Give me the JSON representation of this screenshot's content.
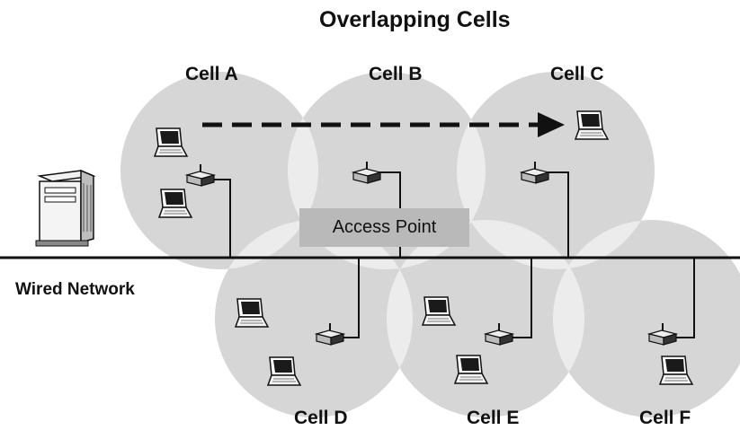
{
  "title": "Overlapping Cells",
  "access_point_label": "Access Point",
  "wired_network_label": "Wired Network",
  "cells": [
    {
      "id": "a",
      "label": "Cell A"
    },
    {
      "id": "b",
      "label": "Cell B"
    },
    {
      "id": "c",
      "label": "Cell C"
    },
    {
      "id": "d",
      "label": "Cell D"
    },
    {
      "id": "e",
      "label": "Cell E"
    },
    {
      "id": "f",
      "label": "Cell F"
    }
  ],
  "colors": {
    "cell_fill": "#d6d6d6",
    "overlap_fill": "#ececec",
    "line": "#111111",
    "access_point_box": "#b9b9b9",
    "background": "#ffffff"
  },
  "icons": {
    "server": "server-tower-icon",
    "laptop": "laptop-icon",
    "access_point": "access-point-icon",
    "roaming": "roaming-arrow-icon"
  }
}
